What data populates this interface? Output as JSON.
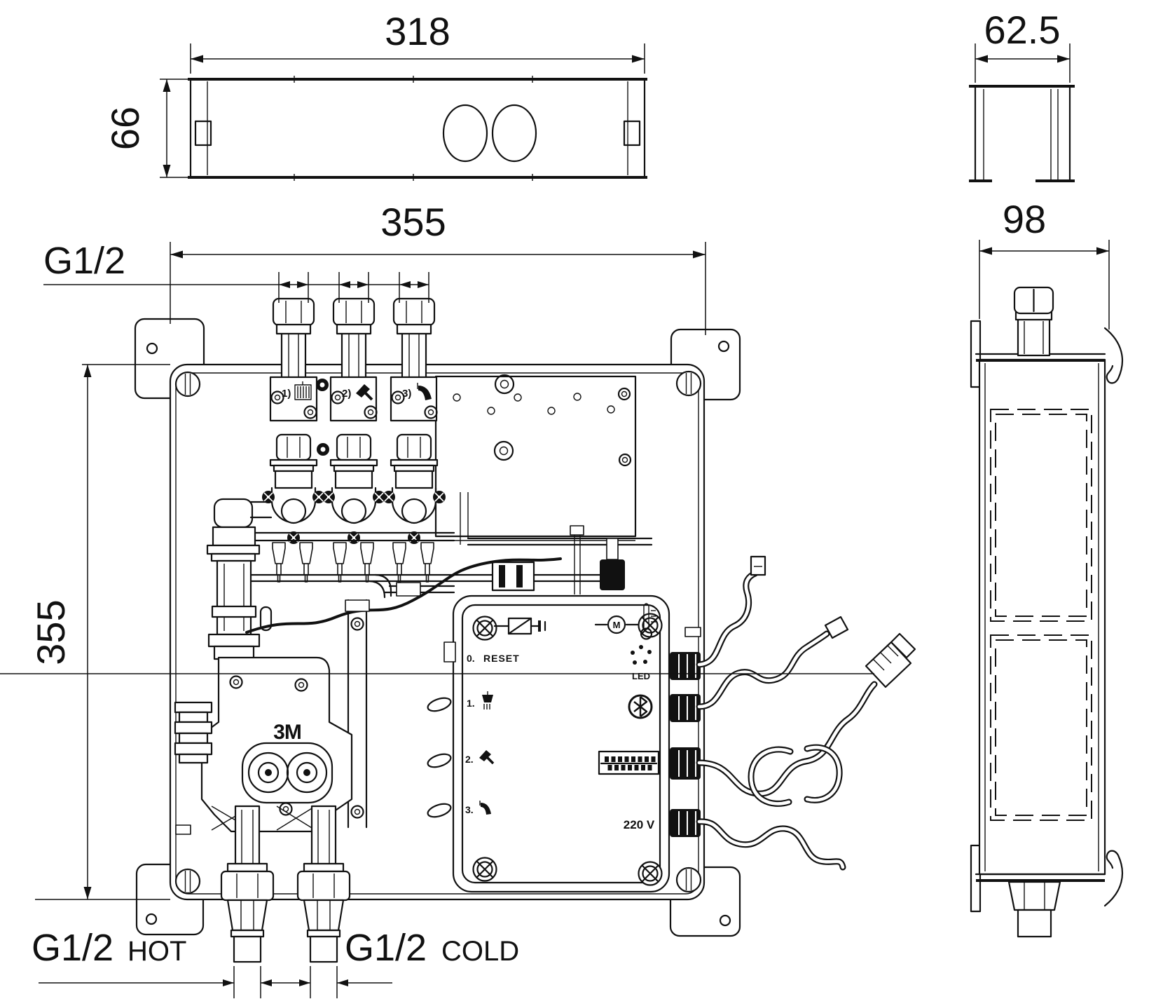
{
  "dims": {
    "top_width": "318",
    "top_height": "66",
    "lid_width": "62.5",
    "front_width": "355",
    "front_height": "355",
    "side_depth": "98"
  },
  "labels": {
    "outlet_thread": "G1/2",
    "hot_thread": "G1/2",
    "hot_word": "HOT",
    "cold_thread": "G1/2",
    "cold_word": "COLD"
  },
  "ports": {
    "p1": "1)",
    "p2": "2)",
    "p3": "3)"
  },
  "control": {
    "step0": "0.",
    "reset": "RESET",
    "step1": "1.",
    "step2": "2.",
    "step3": "3.",
    "led": "LED",
    "voltage": "220 V",
    "motor_m": "M"
  },
  "mixer": {
    "brand": "3M"
  }
}
